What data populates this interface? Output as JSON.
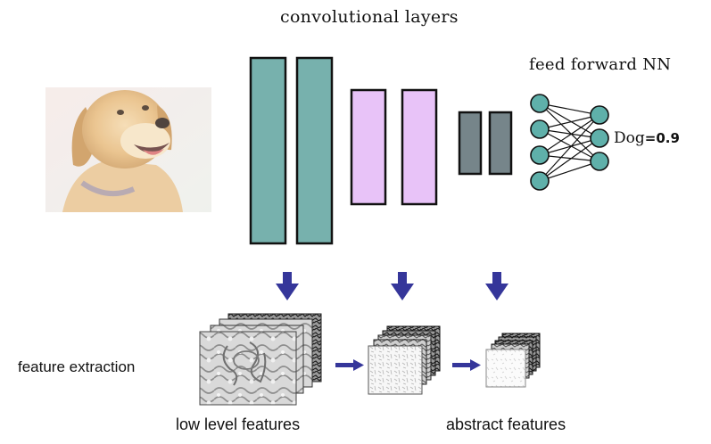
{
  "labels": {
    "conv_title": "convolutional layers",
    "ffnn_title": "feed forward NN",
    "dog_name": "Dog",
    "dog_equals": "=",
    "dog_prob": "0.9",
    "feature_extraction": "feature extraction",
    "low_level": "low level features",
    "abstract": "abstract features"
  },
  "colors": {
    "teal": "#77b1ad",
    "pink": "#e8c3f8",
    "gray": "#76858a",
    "node": "#5fb0aa",
    "arrow": "#35369a",
    "outline": "#111111"
  },
  "icons": {
    "photo": "dog-photo",
    "arrow_down": "down-arrow-icon",
    "arrow_right": "right-arrow-icon"
  },
  "network": {
    "input_nodes": 4,
    "output_nodes": 3
  }
}
